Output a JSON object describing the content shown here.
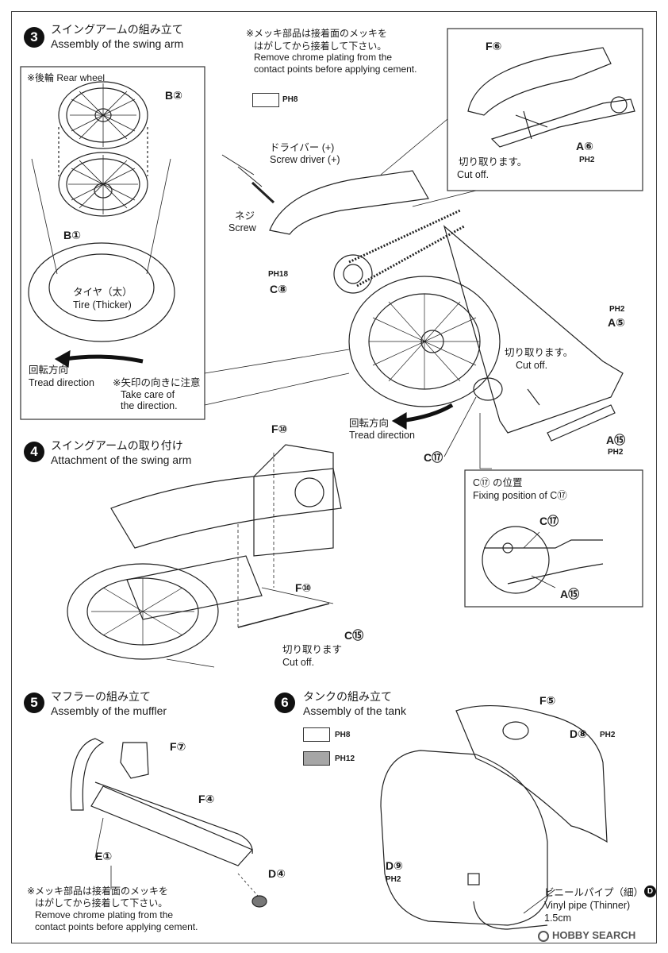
{
  "step3": {
    "number": "3",
    "title_jp": "スイングアームの組み立て",
    "title_en": "Assembly of the swing arm",
    "chrome_note": [
      "※メッキ部品は接着面のメッキを",
      "はがしてから接着して下さい。",
      "Remove chrome plating from the",
      "contact points before applying cement."
    ],
    "color_ph": "PH8",
    "rear_wheel": "※後輪 Rear wheel",
    "b2": "B②",
    "b1": "B①",
    "tire_jp": "タイヤ（太）",
    "tire_en": "Tire (Thicker)",
    "tread_jp": "回転方向",
    "tread_en": "Tread direction",
    "care_jp": "※矢印の向きに注意",
    "care_en1": "Take care of",
    "care_en2": "the direction.",
    "driver_jp": "ドライバー (+)",
    "driver_en": "Screw driver (+)",
    "screw_jp": "ネジ",
    "screw_en": "Screw",
    "ph18": "PH18",
    "c8": "C⑧",
    "f6": "F⑥",
    "a6": "A⑥",
    "a6_ph": "PH2",
    "cut_jp": "切り取ります。",
    "cut_en": "Cut off.",
    "a5_ph": "PH2",
    "a5": "A⑤",
    "cut2_jp": "切り取ります。",
    "cut2_en": "Cut off.",
    "tread2_jp": "回転方向",
    "tread2_en": "Tread direction",
    "c17": "C⑰",
    "a15": "A⑮",
    "a15_ph": "PH2"
  },
  "fix_box": {
    "title_jp": "C⑰ の位置",
    "title_en": "Fixing position of C⑰",
    "c17": "C⑰",
    "a15": "A⑮"
  },
  "step4": {
    "number": "4",
    "title_jp": "スイングアームの取り付け",
    "title_en": "Attachment of the swing arm",
    "f10_top": "F⑩",
    "f10_mid": "F⑩",
    "c15": "C⑮",
    "cut_jp": "切り取ります",
    "cut_en": "Cut off."
  },
  "step5": {
    "number": "5",
    "title_jp": "マフラーの組み立て",
    "title_en": "Assembly of the muffler",
    "f7": "F⑦",
    "f4": "F④",
    "e1": "E①",
    "d4": "D④",
    "chrome_note": [
      "※メッキ部品は接着面のメッキを",
      "はがしてから接着して下さい。",
      "Remove chrome plating from the",
      "contact points before applying cement."
    ]
  },
  "step6": {
    "number": "6",
    "title_jp": "タンクの組み立て",
    "title_en": "Assembly of the tank",
    "ph8": "PH8",
    "ph12": "PH12",
    "f5": "F⑤",
    "d8": "D⑧",
    "d8_ph": "PH2",
    "d9": "D⑨",
    "d9_ph": "PH2",
    "vinyl_jp": "ビニールパイプ（細）",
    "vinyl_badge": "D",
    "vinyl_en": "Vinyl pipe (Thinner)",
    "vinyl_len": "1.5cm"
  },
  "watermark": "HOBBY SEARCH",
  "colors": {
    "ink": "#1a1a1a",
    "swatch_white": "#ffffff",
    "swatch_gray": "#a6a6a6"
  }
}
